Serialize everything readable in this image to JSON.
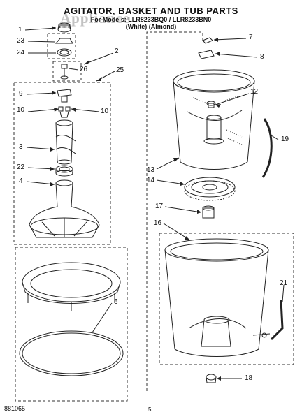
{
  "header": {
    "title": "AGITATOR, BASKET AND TUB PARTS",
    "model_line": "For Models: LLR8233BQ0 / LLR8233BN0",
    "color_line": "(White)                    (Almond)"
  },
  "watermark": "Appliance",
  "footer": {
    "left": "881065",
    "page": "5"
  },
  "callouts": [
    {
      "id": "c1",
      "text": "1"
    },
    {
      "id": "c23",
      "text": "23"
    },
    {
      "id": "c24",
      "text": "24"
    },
    {
      "id": "c2",
      "text": "2"
    },
    {
      "id": "c26",
      "text": "26"
    },
    {
      "id": "c25",
      "text": "25"
    },
    {
      "id": "c9",
      "text": "9"
    },
    {
      "id": "c10a",
      "text": "10"
    },
    {
      "id": "c10b",
      "text": "10"
    },
    {
      "id": "c3",
      "text": "3"
    },
    {
      "id": "c22",
      "text": "22"
    },
    {
      "id": "c4",
      "text": "4"
    },
    {
      "id": "c6",
      "text": "6"
    },
    {
      "id": "c7",
      "text": "7"
    },
    {
      "id": "c8",
      "text": "8"
    },
    {
      "id": "c12",
      "text": "12"
    },
    {
      "id": "c19",
      "text": "19"
    },
    {
      "id": "c13",
      "text": "13"
    },
    {
      "id": "c14",
      "text": "14"
    },
    {
      "id": "c17",
      "text": "17"
    },
    {
      "id": "c16",
      "text": "16"
    },
    {
      "id": "c21",
      "text": "21"
    },
    {
      "id": "c18",
      "text": "18"
    }
  ]
}
